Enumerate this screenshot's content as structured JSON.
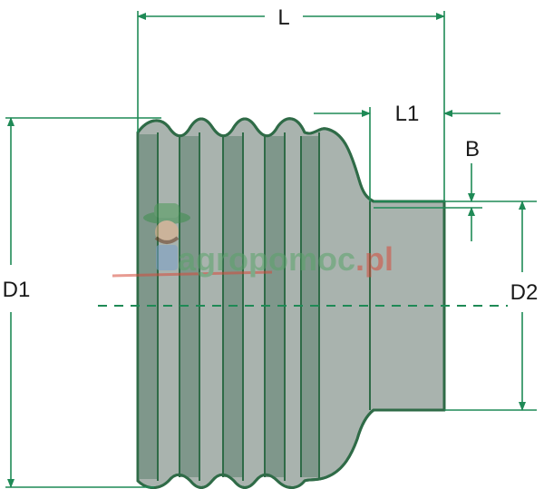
{
  "labels": {
    "L": "L",
    "L1": "L1",
    "B": "B",
    "D1": "D1",
    "D2": "D2"
  },
  "watermark": {
    "text_main": "agropomoc",
    "text_suffix": ".pl",
    "icon": "farmer-mascot-icon"
  },
  "colors": {
    "body_fill": "#a9b3ae",
    "rib_fill": "#7f978b",
    "outline": "#2f6b47",
    "dimension_line": "#1f8a56",
    "watermark_green": "#5aa36a",
    "watermark_red": "#d64a3a"
  }
}
